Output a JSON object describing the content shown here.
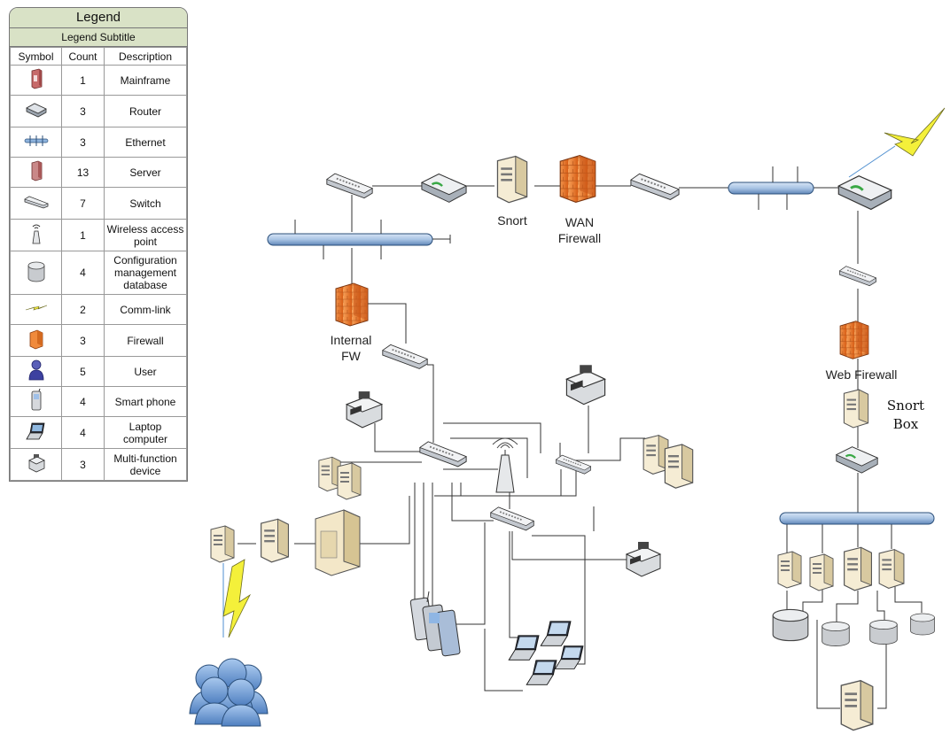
{
  "legend": {
    "title": "Legend",
    "subtitle": "Legend Subtitle",
    "headers": {
      "symbol": "Symbol",
      "count": "Count",
      "description": "Description"
    },
    "rows": [
      {
        "icon": "mainframe-icon",
        "count": "1",
        "description": "Mainframe"
      },
      {
        "icon": "router-icon",
        "count": "3",
        "description": "Router"
      },
      {
        "icon": "ethernet-icon",
        "count": "3",
        "description": "Ethernet"
      },
      {
        "icon": "server-icon",
        "count": "13",
        "description": "Server"
      },
      {
        "icon": "switch-icon",
        "count": "7",
        "description": "Switch"
      },
      {
        "icon": "wireless-access-point-icon",
        "count": "1",
        "description": "Wireless access point"
      },
      {
        "icon": "database-icon",
        "count": "4",
        "description": "Configuration management database"
      },
      {
        "icon": "comm-link-icon",
        "count": "2",
        "description": "Comm-link"
      },
      {
        "icon": "firewall-icon",
        "count": "3",
        "description": "Firewall"
      },
      {
        "icon": "user-icon",
        "count": "5",
        "description": "User"
      },
      {
        "icon": "smart-phone-icon",
        "count": "4",
        "description": "Smart phone"
      },
      {
        "icon": "laptop-icon",
        "count": "4",
        "description": "Laptop computer"
      },
      {
        "icon": "multi-function-device-icon",
        "count": "3",
        "description": "Multi-function device"
      }
    ]
  },
  "diagram": {
    "labels": {
      "snort": "Snort",
      "wan_firewall_line1": "WAN",
      "wan_firewall_line2": "Firewall",
      "internal_fw_line1": "Internal",
      "internal_fw_line2": "FW",
      "web_firewall": "Web Firewall",
      "snort_box_line1": "Snort",
      "snort_box_line2": "Box"
    }
  },
  "colors": {
    "legend_header_bg": "#d9e2c6",
    "firewall": "#f08a3c",
    "ethernet_bus": "#a9c4e4",
    "user": "#6f9fd8",
    "comm_link": "#f4f03a"
  }
}
